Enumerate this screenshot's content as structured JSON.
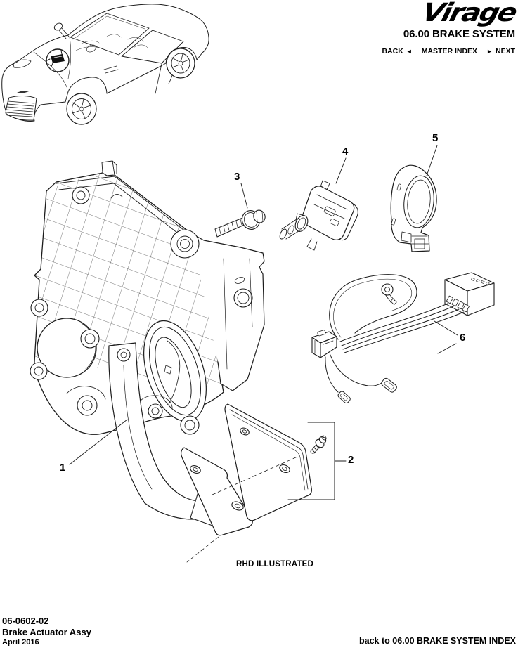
{
  "masthead": {
    "logo_text": "Virage",
    "section_title": "06.00 BRAKE SYSTEM",
    "nav": {
      "back_label": "BACK",
      "back_arrow": "◄",
      "master_index_label": "MASTER INDEX",
      "next_arrow": "►",
      "next_label": "NEXT"
    }
  },
  "diagram": {
    "caption": "RHD ILLUSTRATED",
    "callouts": [
      {
        "number": "1"
      },
      {
        "number": "2"
      },
      {
        "number": "3"
      },
      {
        "number": "4"
      },
      {
        "number": "5"
      },
      {
        "number": "6"
      }
    ]
  },
  "footer": {
    "document_number": "06-0602-02",
    "document_title": "Brake Actuator Assy",
    "date": "April 2016",
    "back_link": "back to 06.00 BRAKE SYSTEM INDEX"
  },
  "colors": {
    "ink": "#000000",
    "line_art": "#1c1c1c",
    "background": "#ffffff"
  }
}
